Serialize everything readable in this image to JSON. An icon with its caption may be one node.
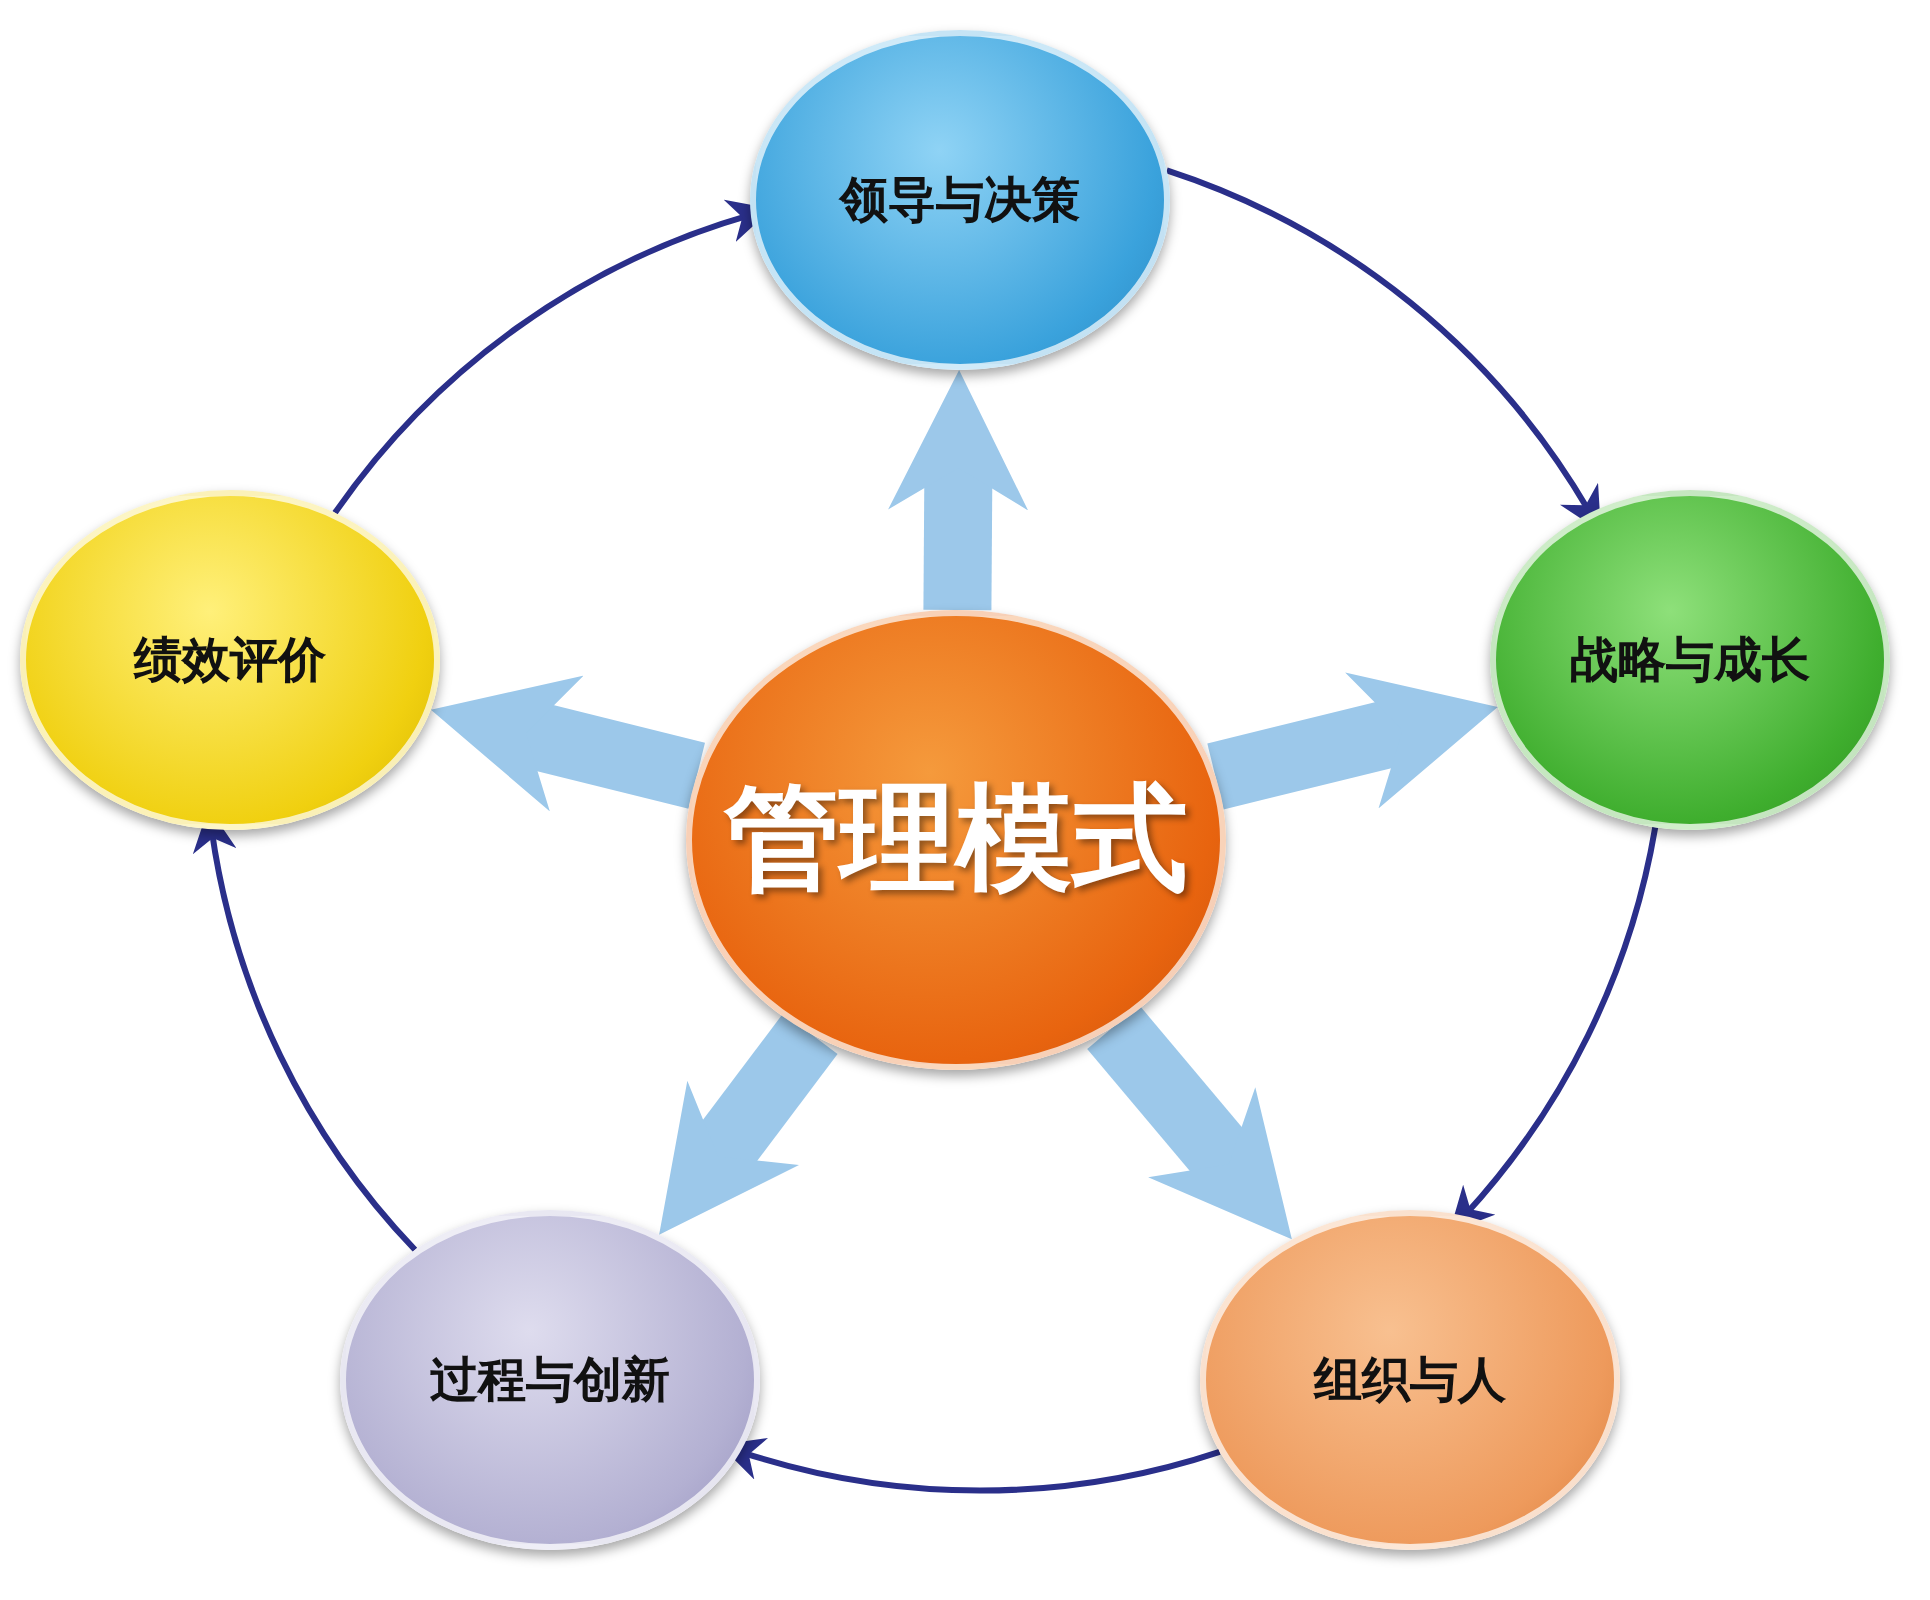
{
  "diagram": {
    "nodes": [
      {
        "text": [
          "管理模式"
        ]
      },
      {
        "text": [
          "领导与决策"
        ]
      },
      {
        "text": [
          "战略与成长"
        ]
      },
      {
        "text": [
          "组织与人"
        ]
      },
      {
        "text": [
          "过程与创新"
        ]
      },
      {
        "text": [
          "绩效评价"
        ]
      }
    ],
    "edges": [
      {
        "from": 0,
        "to": 1,
        "arrow": "to",
        "style": "thick",
        "color": "#9cc8ea"
      },
      {
        "from": 0,
        "to": 2,
        "arrow": "to",
        "style": "thick",
        "color": "#9cc8ea"
      },
      {
        "from": 0,
        "to": 3,
        "arrow": "to",
        "style": "thick",
        "color": "#9cc8ea"
      },
      {
        "from": 0,
        "to": 4,
        "arrow": "to",
        "style": "thick",
        "color": "#9cc8ea"
      },
      {
        "from": 0,
        "to": 5,
        "arrow": "to",
        "style": "thick",
        "color": "#9cc8ea"
      },
      {
        "from": 1,
        "to": 2,
        "arrow": "to",
        "color": "#2a2f8a"
      },
      {
        "from": 2,
        "to": 3,
        "arrow": "to",
        "color": "#2a2f8a"
      },
      {
        "from": 3,
        "to": 4,
        "arrow": "to",
        "color": "#2a2f8a"
      },
      {
        "from": 4,
        "to": 5,
        "arrow": "to",
        "color": "#2a2f8a"
      },
      {
        "from": 5,
        "to": 1,
        "arrow": "to",
        "color": "#2a2f8a"
      }
    ]
  }
}
